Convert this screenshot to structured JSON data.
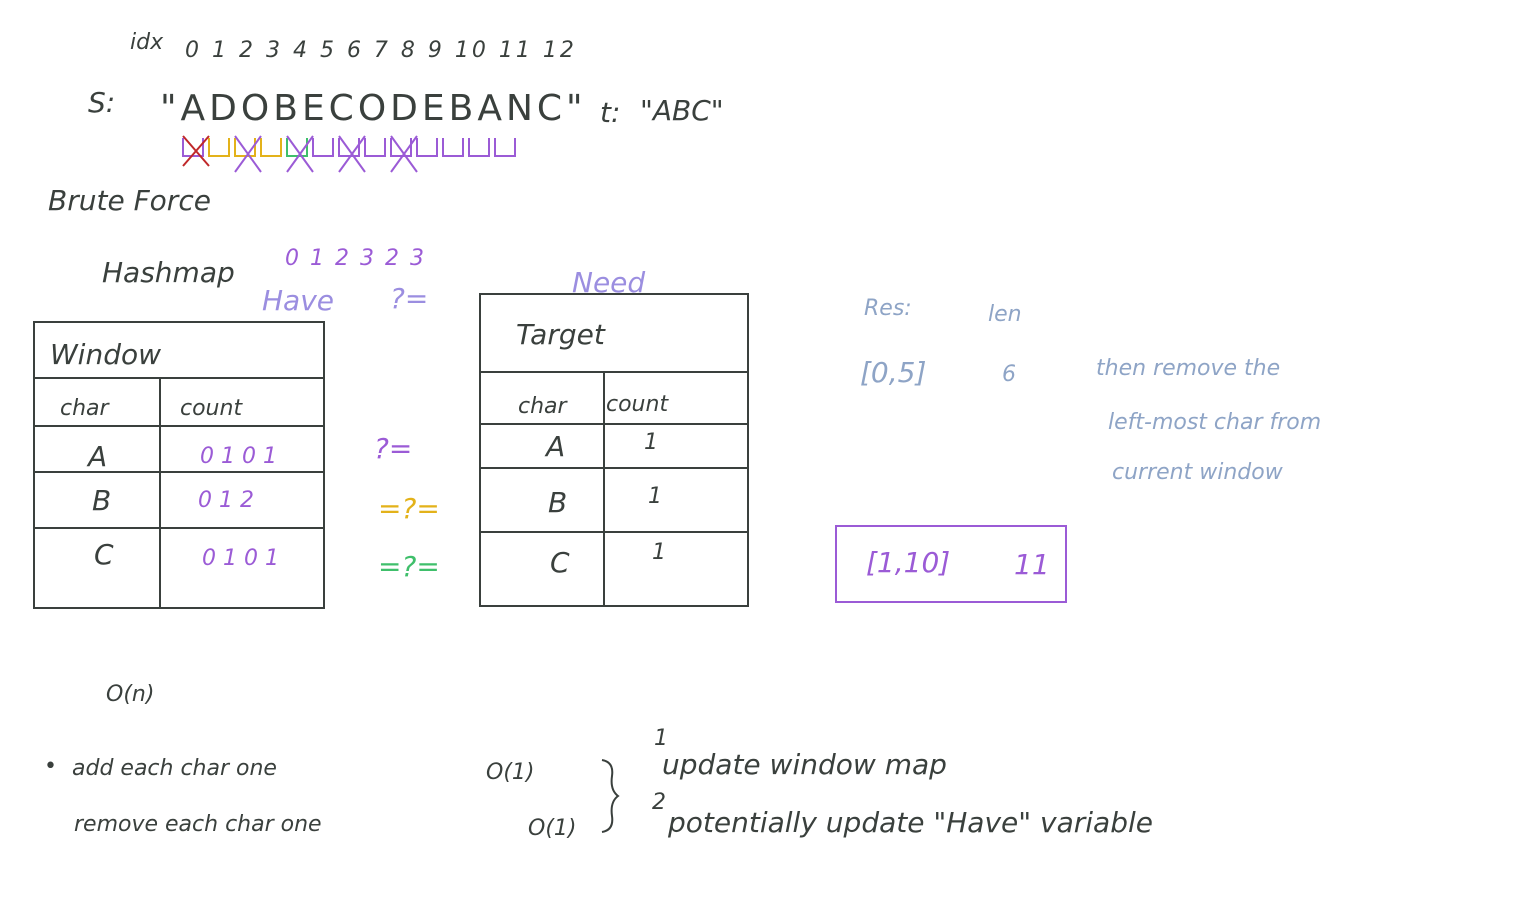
{
  "indices": {
    "label": "idx",
    "values": "0 1 2 3 4 5 6 7 8 9 10 11 12"
  },
  "s_string": {
    "label": "S:",
    "value": "\"ADOBECODEBANC\""
  },
  "t_string": {
    "label": "t:",
    "value": "\"ABC\""
  },
  "brute_force": "Brute Force",
  "hashmap": "Hashmap",
  "have_label": "Have",
  "need_label": "Need",
  "compare_sign": "?=",
  "have_counts": "0 1 2 3 2 3",
  "window_table": {
    "title": "Window",
    "headers": [
      "char",
      "count"
    ],
    "rows": [
      {
        "char": "A",
        "count": "0 1 0 1"
      },
      {
        "char": "B",
        "count": "0 1 2"
      },
      {
        "char": "C",
        "count": "0 1 0 1"
      }
    ]
  },
  "row_compare": [
    "?=",
    "=?=",
    "=?="
  ],
  "target_table": {
    "title": "Target",
    "headers": [
      "char",
      "count"
    ],
    "rows": [
      {
        "char": "A",
        "count": "1"
      },
      {
        "char": "B",
        "count": "1"
      },
      {
        "char": "C",
        "count": "1"
      }
    ]
  },
  "result": {
    "res_label": "Res:",
    "len_label": "len",
    "first_range": "[0,5]",
    "first_len": "6",
    "boxed_range": "[1,10]",
    "boxed_len": "11",
    "note_lines": [
      "then remove the",
      "left-most char from",
      "current window"
    ]
  },
  "complexity": "O(n)",
  "steps": [
    {
      "text": "add each char one",
      "cost": "O(1)"
    },
    {
      "text": "remove each char one",
      "cost": "O(1)"
    }
  ],
  "effects": [
    {
      "num": "1",
      "text": "update window map"
    },
    {
      "num": "2",
      "text": "potentially update \"Have\" variable"
    }
  ],
  "colors": {
    "ink": "#3a403d",
    "blue": "#8ea4c6",
    "purple": "#9b5bd6",
    "red": "#c0282a",
    "yellow": "#e3b21a",
    "green": "#3fbf6b"
  }
}
